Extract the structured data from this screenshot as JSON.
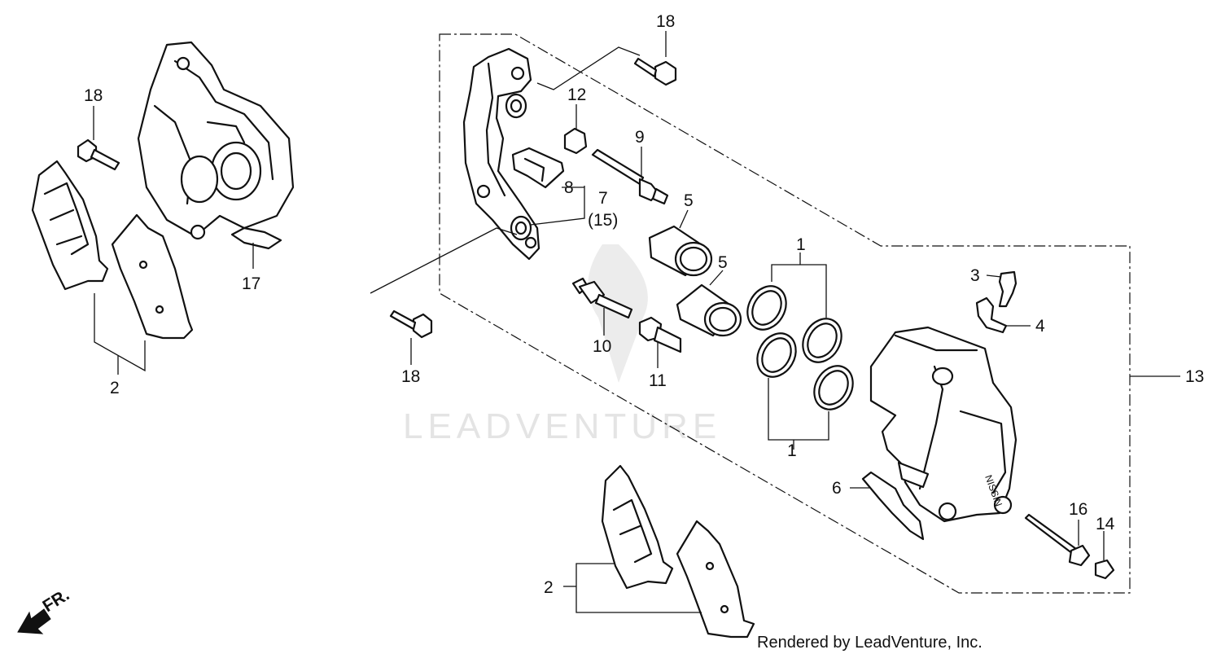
{
  "footer": {
    "credit": "Rendered by LeadVenture, Inc."
  },
  "watermark": {
    "text": "LEADVENTURE"
  },
  "direction": {
    "label": "FR."
  },
  "callouts": {
    "c18_top": "18",
    "c18_left": "18",
    "c18_bottom": "18",
    "c12": "12",
    "c9": "9",
    "c8": "8",
    "c7": "7",
    "c15": "(15)",
    "c5_upper": "5",
    "c5_lower": "5",
    "c1_upper": "1",
    "c1_lower": "1",
    "c10": "10",
    "c11": "11",
    "c3": "3",
    "c4": "4",
    "c13": "13",
    "c6": "6",
    "c16": "16",
    "c14": "14",
    "c2_left": "2",
    "c2_bottom": "2",
    "c17": "17"
  },
  "caliper_mark": "NISSIN"
}
